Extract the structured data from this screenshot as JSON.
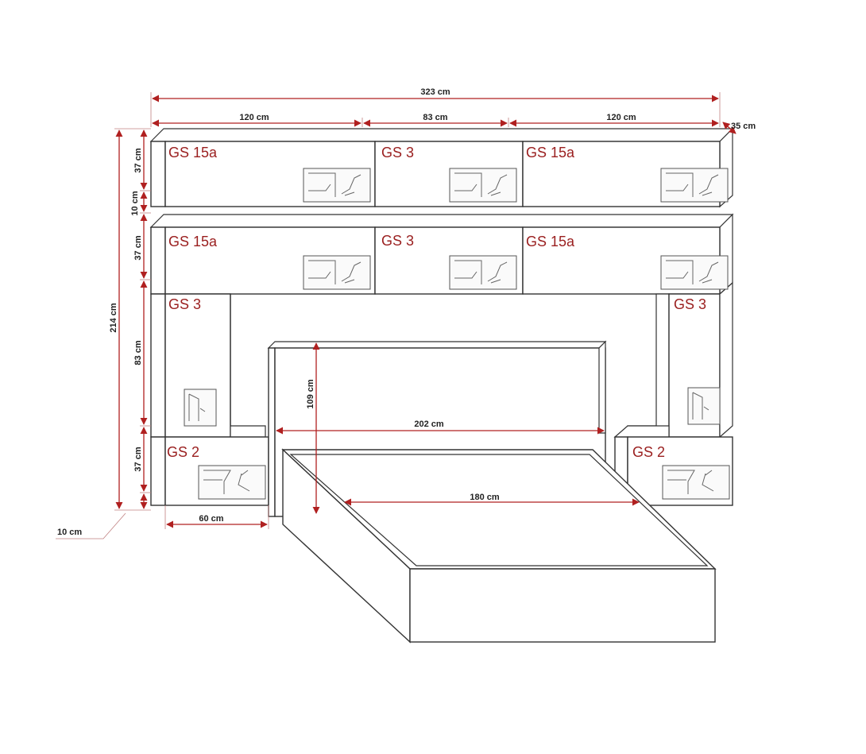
{
  "dimensions": {
    "total_width": "323 cm",
    "left_top_width": "120 cm",
    "middle_top_width": "83 cm",
    "right_top_width": "120 cm",
    "depth": "35 cm",
    "total_height": "214 cm",
    "top_row_height": "37 cm",
    "gap_height": "10 cm",
    "second_row_height": "37 cm",
    "side_column_height": "83 cm",
    "bottom_cabinet_height": "37 cm",
    "base_offset": "10 cm",
    "nightstand_width": "60 cm",
    "headboard_height": "109 cm",
    "headboard_width": "202 cm",
    "bed_width": "180 cm"
  },
  "modules": {
    "top_left": "GS 15a",
    "top_middle": "GS 3",
    "top_right": "GS 15a",
    "row2_left": "GS 15a",
    "row2_middle": "GS 3",
    "row2_right": "GS 15a",
    "side_left": "GS 3",
    "side_right": "GS 3",
    "bottom_left": "GS 2",
    "bottom_right": "GS 2"
  },
  "colors": {
    "label": "#9a1f1f",
    "dimension_line": "#b02020",
    "outline": "#333333"
  }
}
